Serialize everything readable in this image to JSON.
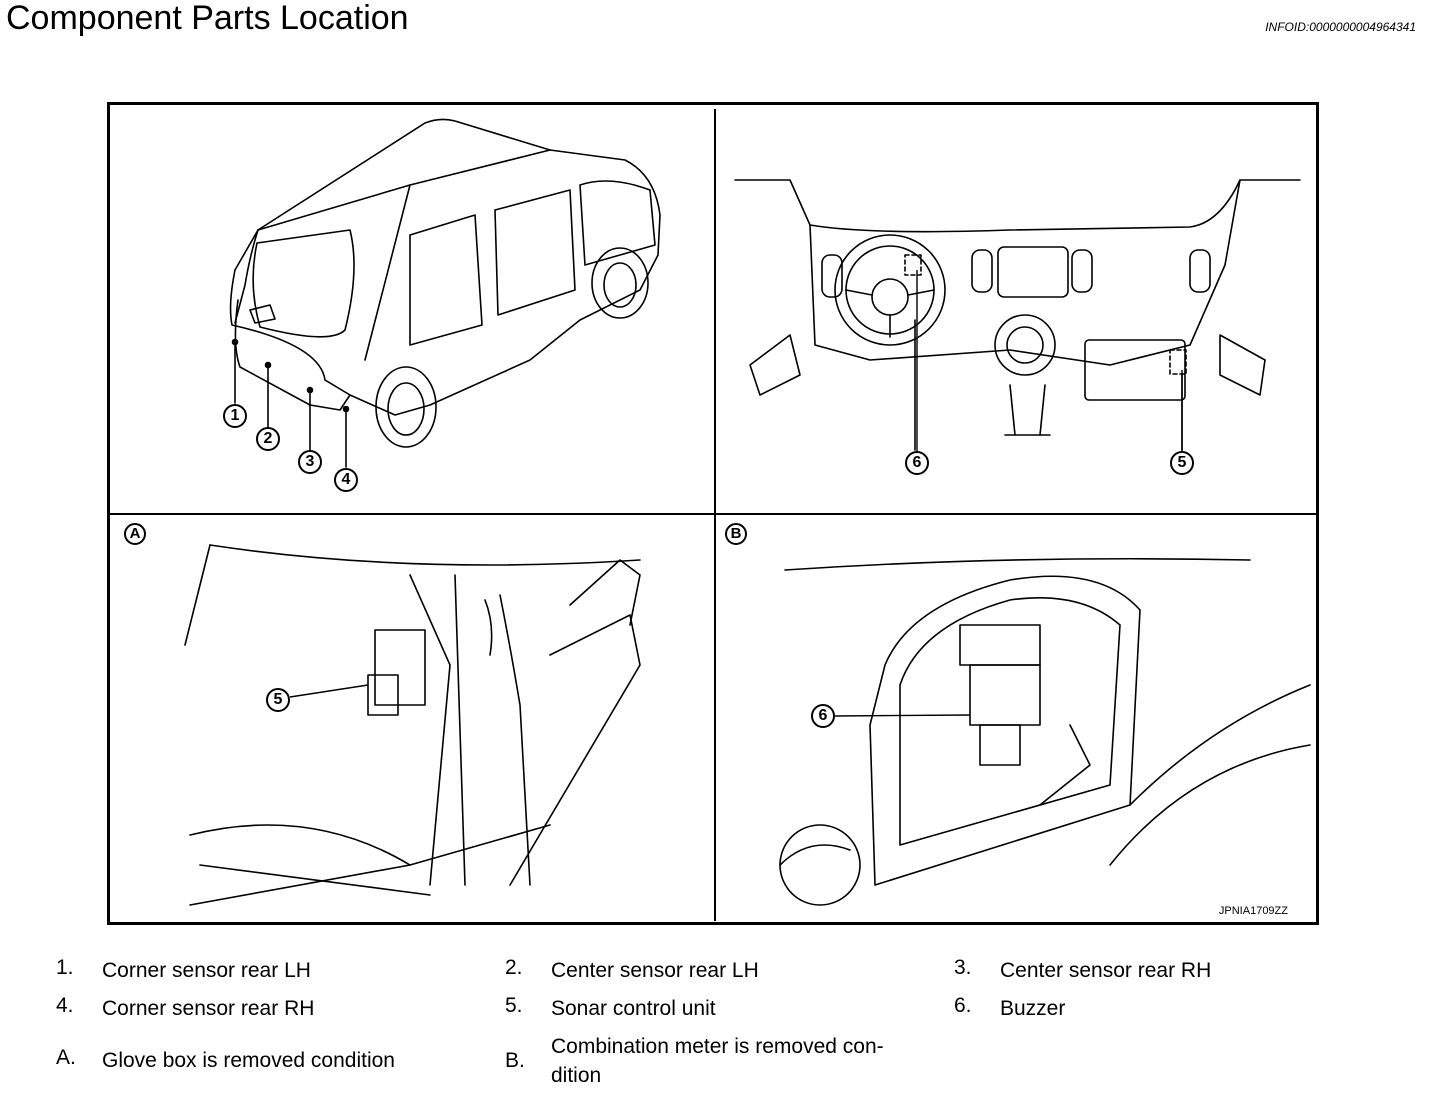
{
  "header": {
    "title": "Component Parts Location",
    "infoid": "INFOID:0000000004964341"
  },
  "figure": {
    "code": "JPNIA1709ZZ",
    "panels": [
      {
        "label": "A"
      },
      {
        "label": "B"
      }
    ],
    "callouts": [
      "1",
      "2",
      "3",
      "4",
      "5",
      "6",
      "5",
      "6"
    ]
  },
  "legend": [
    {
      "key": "1.",
      "text": "Corner sensor rear LH"
    },
    {
      "key": "2.",
      "text": "Center sensor rear LH"
    },
    {
      "key": "3.",
      "text": "Center sensor rear RH"
    },
    {
      "key": "4.",
      "text": "Corner sensor rear RH"
    },
    {
      "key": "5.",
      "text": "Sonar control unit"
    },
    {
      "key": "6.",
      "text": "Buzzer"
    },
    {
      "key": "A.",
      "text": "Glove box is removed condition"
    },
    {
      "key": "B.",
      "text": "Combination meter is removed con-\ndition"
    }
  ]
}
